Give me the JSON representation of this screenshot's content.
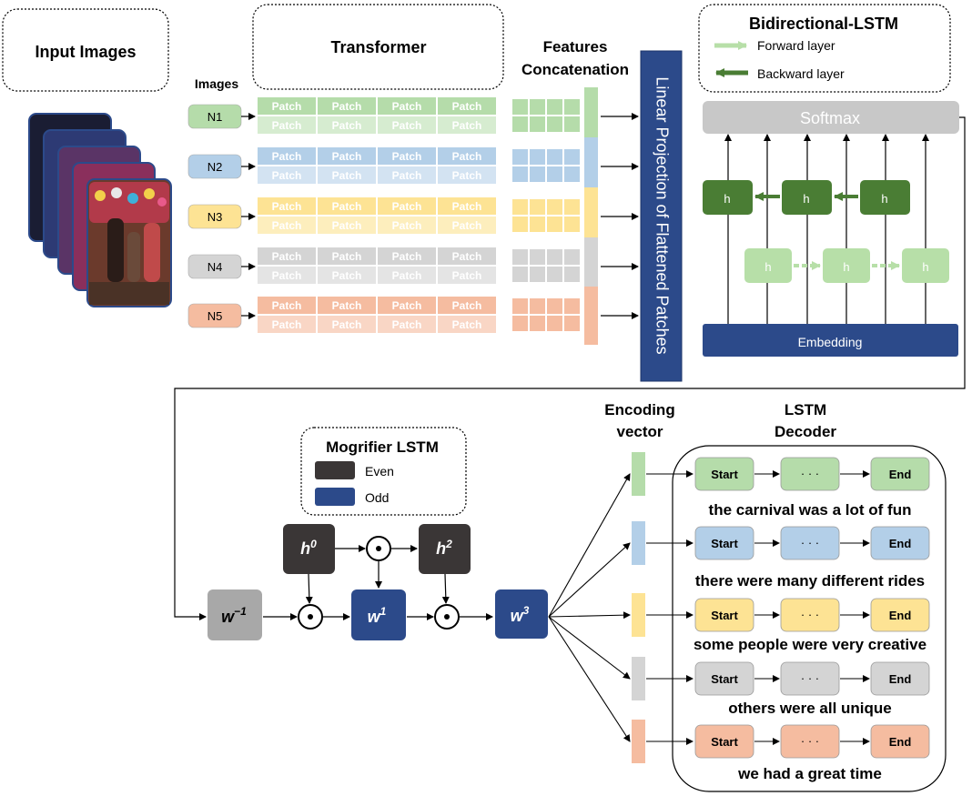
{
  "top_labels": {
    "input_images": "Input Images",
    "transformer": "Transformer",
    "images": "Images",
    "features_line1": "Features",
    "features_line2": "Concatenation",
    "linear_projection": "Linear Projection of Flattened Patches"
  },
  "image_rows": [
    {
      "label": "N1",
      "color": "#b5dcaa",
      "light": "#d6ecd0",
      "bar": "#b5dcaa"
    },
    {
      "label": "N2",
      "color": "#b3cfe8",
      "light": "#d3e3f2",
      "bar": "#b3cfe8"
    },
    {
      "label": "N3",
      "color": "#fde394",
      "light": "#fdeebd",
      "bar": "#fde394"
    },
    {
      "label": "N4",
      "color": "#d4d4d4",
      "light": "#e4e4e4",
      "bar": "#d4d4d4"
    },
    {
      "label": "N5",
      "color": "#f5bca0",
      "light": "#f9d6c5",
      "bar": "#f5bca0"
    }
  ],
  "patch_label": "Patch",
  "bilstm": {
    "title": "Bidirectional-LSTM",
    "forward_label": "Forward layer",
    "backward_label": "Backward layer",
    "softmax": "Softmax",
    "embedding": "Embedding",
    "hidden": "h"
  },
  "mogrifier": {
    "title": "Mogrifier LSTM",
    "even": "Even",
    "odd": "Odd"
  },
  "decoder": {
    "encoding_line1": "Encoding",
    "encoding_line2": "vector",
    "lstm_line1": "LSTM",
    "lstm_line2": "Decoder",
    "start": "Start",
    "dots": "· · ·",
    "end": "End",
    "rows": [
      {
        "caption": "the carnival was a lot of fun",
        "color": "#b5dcaa"
      },
      {
        "caption": "there were many different rides",
        "color": "#b3cfe8"
      },
      {
        "caption": "some people were very creative",
        "color": "#fde394"
      },
      {
        "caption": "others were all unique",
        "color": "#d4d4d4"
      },
      {
        "caption": "we had a great time",
        "color": "#f5bca0"
      }
    ]
  },
  "colors": {
    "navy": "#2c4a8a",
    "dark_green": "#4a7d34",
    "light_green": "#b7dfa8",
    "dark_node": "#3a3636",
    "gray_node": "#a8a8a8"
  }
}
